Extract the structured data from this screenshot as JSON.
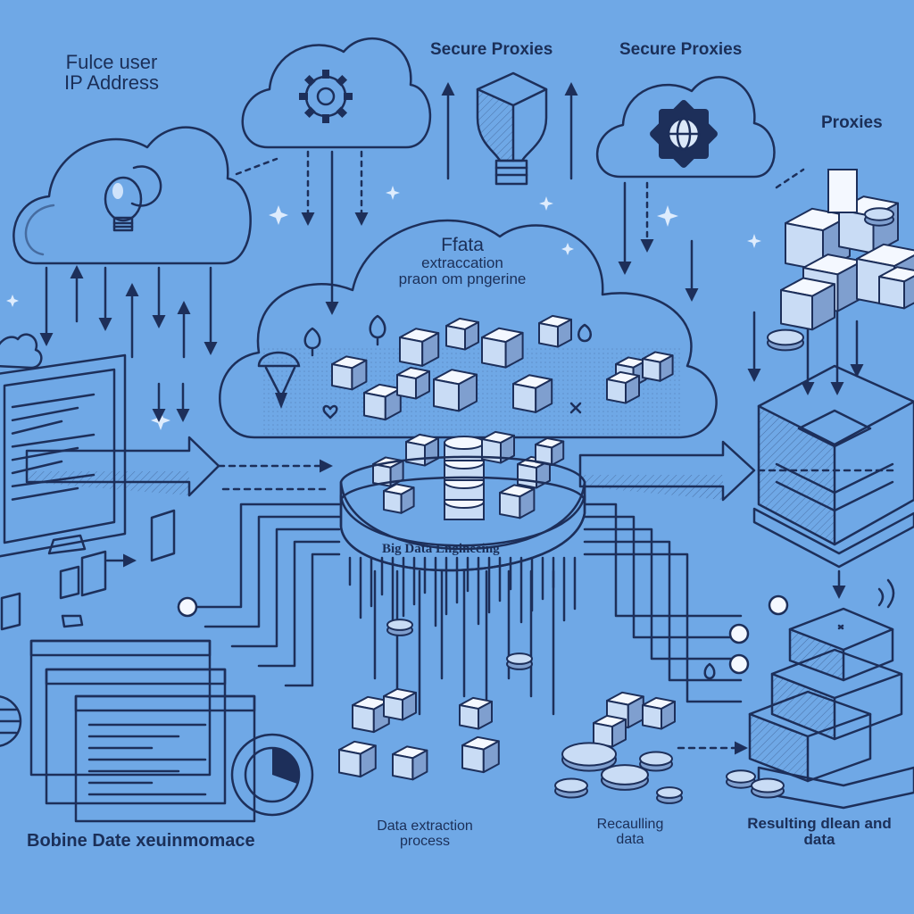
{
  "colors": {
    "background": "#6fa8e6",
    "ink": "#1d2f5a",
    "cloud_fill": "#f4f8ff",
    "box_fill": "#c9dcf5",
    "box_dark": "#7f9fcf",
    "bulb": "#4b93e8"
  },
  "labels": {
    "user_ip": {
      "line1": "Fulce user",
      "line2": "IP Address"
    },
    "secure_proxies_left": "Secure Proxies",
    "secure_proxies_right": "Secure Proxies",
    "proxies": "Proxies",
    "extraction": {
      "line1": "Ffata",
      "line2": "extraccation",
      "line3": "praon om pngerine"
    },
    "big_data": "Big Data Engineeing",
    "bottom_left": "Bobine Date xeuinmomace",
    "bottom_process": {
      "line1": "Data extraction",
      "line2": "process"
    },
    "bottom_data": {
      "line1": "Recaulling",
      "line2": "data"
    },
    "bottom_right": {
      "line1": "Resulting dlean  and",
      "line2": "data"
    }
  },
  "icons": [
    "lightbulb-icon",
    "gear-icon",
    "globe-gear-icon",
    "monitor-icon",
    "server-icon",
    "database-icon",
    "location-pin-icon",
    "document-window-icon",
    "pie-chart-icon"
  ]
}
